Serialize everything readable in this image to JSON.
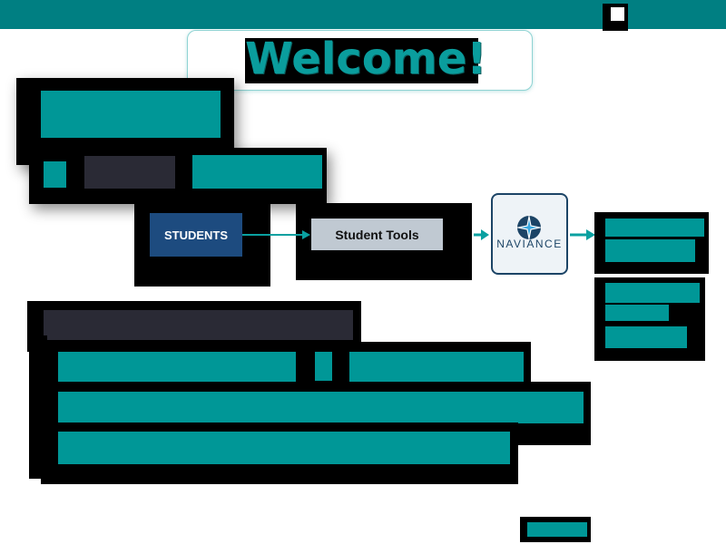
{
  "heading": {
    "welcome": "Welcome!"
  },
  "flow": {
    "students_label": "STUDENTS",
    "student_tools_label": "Student Tools",
    "naviance_label": "NAVIANCE"
  },
  "colors": {
    "teal": "#009797",
    "top_bar": "#007f82",
    "students_blue": "#1d4b7f",
    "tools_gray": "#c0c9d2",
    "naviance_navy": "#1c4466",
    "dark_block": "#2a2a35"
  }
}
